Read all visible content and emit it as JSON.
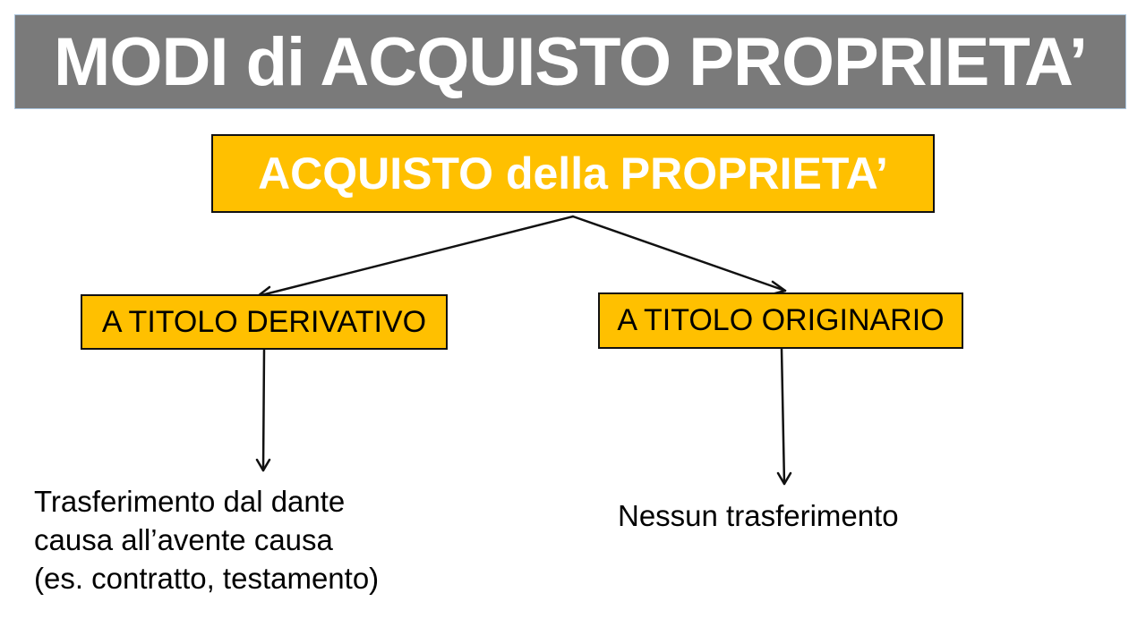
{
  "slide": {
    "title": "MODI di ACQUISTO PROPRIETA’",
    "colors": {
      "title_bg": "#7a7a7a",
      "box_fill": "#ffc000",
      "box_border": "#111111",
      "title_text": "#ffffff"
    }
  },
  "diagram": {
    "root": {
      "label": "ACQUISTO della PROPRIETA’"
    },
    "branches": [
      {
        "label": "A TITOLO DERIVATIVO",
        "description": [
          "Trasferimento dal dante",
          "causa all’avente causa",
          "(es. contratto, testamento)"
        ]
      },
      {
        "label": "A TITOLO ORIGINARIO",
        "description": [
          "Nessun trasferimento"
        ]
      }
    ],
    "icons": [
      "arrow-down-left-icon",
      "arrow-down-right-icon",
      "arrow-down-icon",
      "arrow-down-icon"
    ]
  }
}
